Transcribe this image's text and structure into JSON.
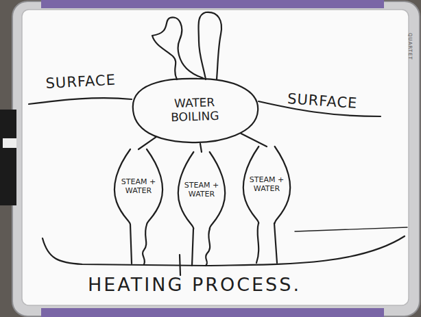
{
  "diagram": {
    "nodes": [
      {
        "text": [
          "WATER BOILING"
        ]
      },
      {
        "text": [
          "STEAM + WATER"
        ]
      },
      {
        "text": [
          "STEAM + WATER"
        ]
      },
      {
        "text": [
          "STEAM + WATER"
        ]
      }
    ],
    "edges": [
      {
        "from": 1,
        "to": 0,
        "arrow": "none"
      },
      {
        "from": 2,
        "to": 0,
        "arrow": "none"
      },
      {
        "from": 3,
        "to": 0,
        "arrow": "none"
      }
    ],
    "labels": [
      "SURFACE",
      "SURFACE",
      "HEATING PROCESS.",
      "QUARTET"
    ]
  }
}
